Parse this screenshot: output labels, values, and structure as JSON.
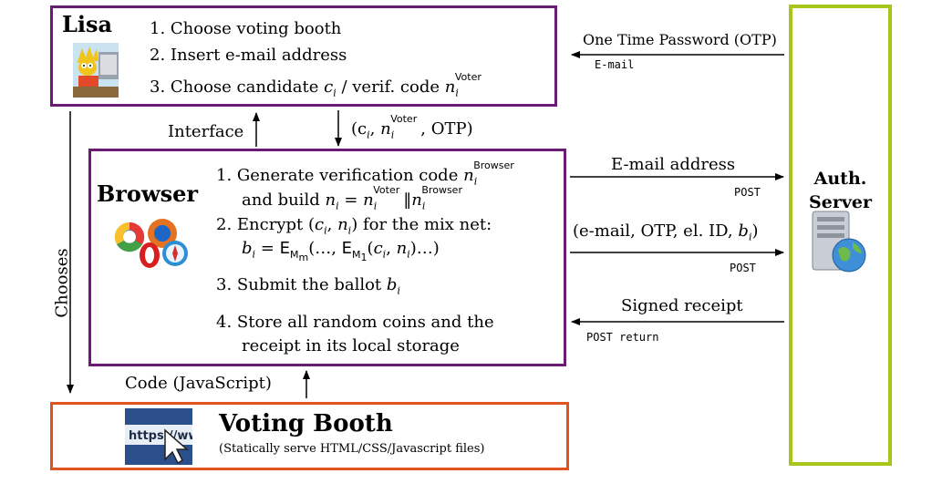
{
  "lisa": {
    "name": "Lisa",
    "steps": [
      "1. Choose voting booth",
      "2. Insert e-mail address",
      "3. Choose candidate"
    ],
    "step3_sep": "/ verif. code"
  },
  "browser": {
    "name": "Browser",
    "step1_line1": "1. Generate verification code",
    "step1_line2a": "and build",
    "step2_line1": "2. Encrypt",
    "step2_line1b": "for the mix net:",
    "step3": "3. Submit the ballot",
    "step4_line1": "4. Store all random coins and the",
    "step4_line2": "receipt in its local storage"
  },
  "booth": {
    "title": "Voting Booth",
    "subtitle": "(Statically serve HTML/CSS/Javascript files)",
    "icon_text": "https://www"
  },
  "server": {
    "title_line1": "Auth.",
    "title_line2": "Server"
  },
  "edges": {
    "otp_label": "One Time Password (OTP)",
    "otp_method": "E-mail",
    "interface_label": "Interface",
    "choice_label": "(c",
    "chooses_label": "Chooses",
    "code_label": "Code (JavaScript)",
    "email_label": "E-mail address",
    "email_method": "POST",
    "ballot_label": "(e-mail, OTP, el. ID,",
    "ballot_method": "POST",
    "receipt_label": "Signed receipt",
    "receipt_method": "POST return"
  },
  "math": {
    "c": "c",
    "i": "i",
    "n": "n",
    "b": "b",
    "voter": "Voter",
    "browser": "Browser",
    "otp": "OTP",
    "E": "E",
    "M1": "M",
    "Mm": "M",
    "one": "1",
    "m": "m"
  }
}
